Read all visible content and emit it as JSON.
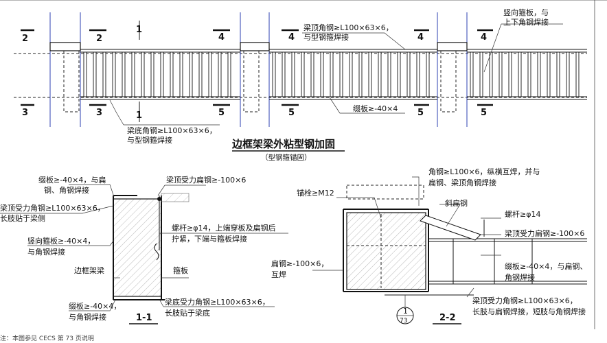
{
  "elevation": {
    "title": "边框架梁外粘型钢加固",
    "subtitle": "（型钢箍锚固）",
    "labels": {
      "top_angle": "梁顶角钢≥L100×63×6，",
      "top_angle_2": "与型钢箍焊接",
      "vertical_plate": "竖向箍板，与",
      "vertical_plate_2": "上下角钢焊接",
      "batten": "缀板≥-40×4",
      "bottom_angle": "梁底角钢≥L100×63×6，",
      "bottom_angle_2": "与型钢箍焊接"
    },
    "section_marks": [
      "2",
      "2",
      "1",
      "4",
      "4",
      "4",
      "4",
      "3",
      "3",
      "1",
      "5",
      "5",
      "5",
      "5"
    ]
  },
  "section_1_1": {
    "caption": "1-1",
    "labels": {
      "batten_top": "缀板≥-40×4，与扁",
      "batten_top_2": "钢、角钢焊接",
      "top_flat": "梁顶受力扁钢≥-100×6",
      "top_angle": "梁顶受力角钢≥L100×63×6，",
      "top_angle_2": "长肢贴于梁侧",
      "bolt": "螺杆≥φ14，上端穿板及扁钢后",
      "bolt_2": "拧紧，下端与箍板焊接",
      "vertical_plate": "竖向箍板≥-40×4，",
      "vertical_plate_2": "与角钢焊接",
      "beam": "边框架梁",
      "stirrup_plate": "箍板",
      "batten_bottom": "缀板≥-40×4，",
      "batten_bottom_2": "与角钢焊接",
      "bottom_angle": "梁底受力角钢≥L100×63×6，",
      "bottom_angle_2": "长肢贴于梁底"
    }
  },
  "section_2_2": {
    "caption": "2-2",
    "detail_ref": "1",
    "detail_page": "73",
    "labels": {
      "angle_top": "角钢≥L100×6，纵横互焊，并与",
      "angle_top_2": "扁钢、梁顶角钢焊接",
      "anchor": "锚栓≥M12",
      "diag_flat": "斜扁钢",
      "bolt": "螺杆≥φ14",
      "top_flat": "梁顶受力扁钢≥-100×6",
      "flat": "扁钢≥-100×6，",
      "flat_2": "互焊",
      "batten": "缀板≥-40×4，与扁钢、",
      "batten_2": "角钢焊接",
      "top_angle": "梁顶受力角钢≥L100×63×6，",
      "top_angle_2": "长肢与扁钢焊接，短肢与角钢焊接"
    }
  },
  "footer": {
    "text": "注：本图参见 CECS 第 73 页说明"
  }
}
